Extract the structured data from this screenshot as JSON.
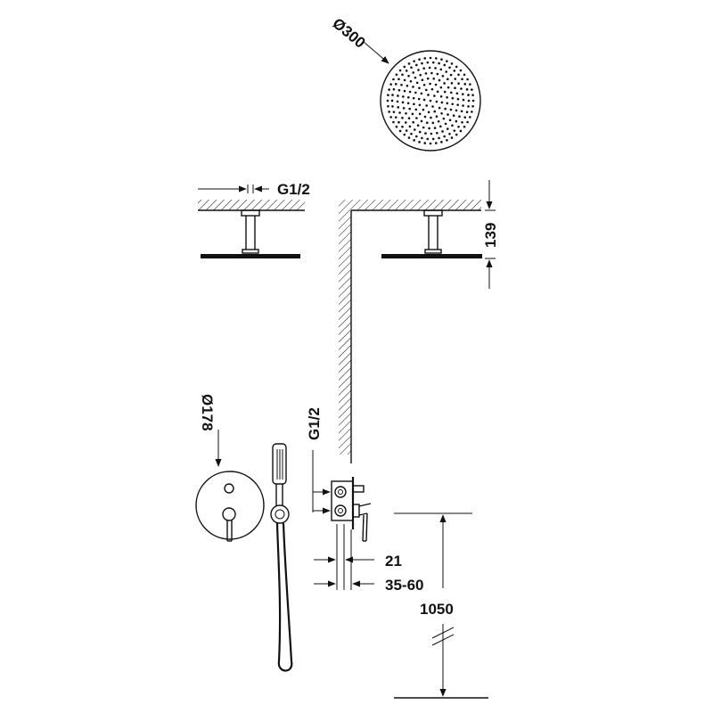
{
  "dimensions": {
    "head_diameter": "Ø300",
    "arm_thread": "G1/2",
    "arm_height": "139",
    "plate_diameter": "Ø178",
    "valve_thread": "G1/2",
    "depth_min": "21",
    "depth_range": "35-60",
    "install_height": "1050"
  },
  "colors": {
    "line": "#111111",
    "background": "#ffffff"
  }
}
